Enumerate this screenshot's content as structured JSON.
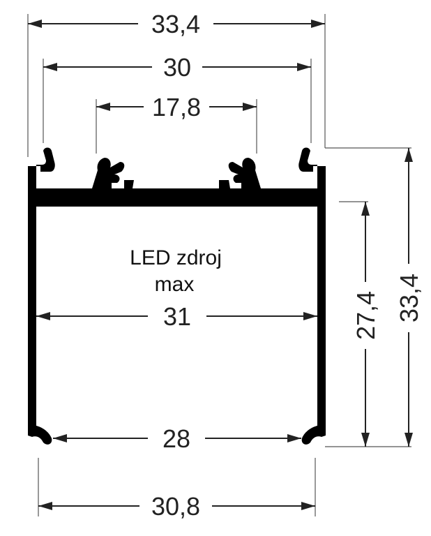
{
  "dimensions": {
    "top_overall": "33,4",
    "top_inner": "30",
    "top_channel": "17,8",
    "inner_width": "31",
    "bottom_opening": "28",
    "bottom_overall": "30,8",
    "inner_height": "27,4",
    "overall_height": "33,4"
  },
  "label": {
    "line1": "LED zdroj",
    "line2": "max"
  },
  "colors": {
    "profile": "#000000",
    "lines": "#222222",
    "background": "#ffffff"
  }
}
